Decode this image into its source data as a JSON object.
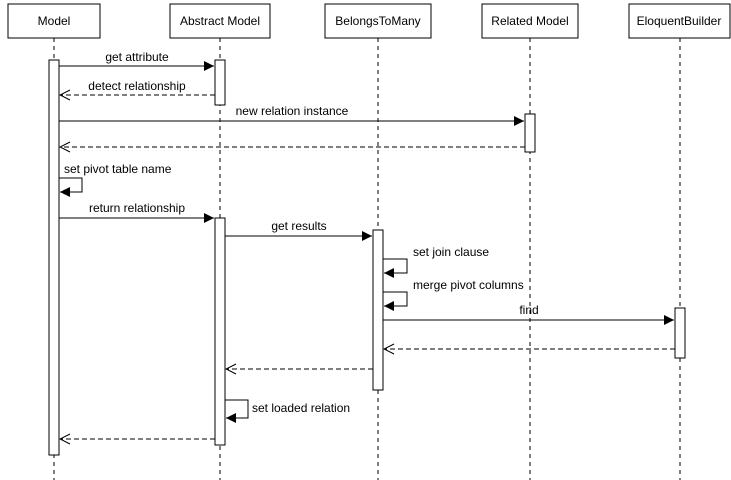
{
  "diagram": {
    "type": "uml-sequence",
    "participants": [
      {
        "name": "Model"
      },
      {
        "name": "Abstract Model"
      },
      {
        "name": "BelongsToMany"
      },
      {
        "name": "Related Model"
      },
      {
        "name": "EloquentBuilder"
      }
    ],
    "messages": [
      {
        "label": "get attribute",
        "from": "Model",
        "to": "Abstract Model",
        "kind": "call"
      },
      {
        "label": "detect relationship",
        "from": "Abstract Model",
        "to": "Model",
        "kind": "return"
      },
      {
        "label": "new relation instance",
        "from": "Model",
        "to": "Related Model",
        "kind": "call"
      },
      {
        "label": "",
        "from": "Related Model",
        "to": "Model",
        "kind": "return"
      },
      {
        "label": "set pivot table name",
        "from": "Model",
        "to": "Model",
        "kind": "self"
      },
      {
        "label": "return relationship",
        "from": "Model",
        "to": "Abstract Model",
        "kind": "call"
      },
      {
        "label": "get results",
        "from": "Abstract Model",
        "to": "BelongsToMany",
        "kind": "call"
      },
      {
        "label": "set join clause",
        "from": "BelongsToMany",
        "to": "BelongsToMany",
        "kind": "self"
      },
      {
        "label": "merge pivot columns",
        "from": "BelongsToMany",
        "to": "BelongsToMany",
        "kind": "self"
      },
      {
        "label": "find",
        "from": "BelongsToMany",
        "to": "EloquentBuilder",
        "kind": "call"
      },
      {
        "label": "",
        "from": "EloquentBuilder",
        "to": "BelongsToMany",
        "kind": "return"
      },
      {
        "label": "",
        "from": "BelongsToMany",
        "to": "Abstract Model",
        "kind": "return"
      },
      {
        "label": "set loaded relation",
        "from": "Abstract Model",
        "to": "Abstract Model",
        "kind": "self"
      },
      {
        "label": "",
        "from": "Abstract Model",
        "to": "Model",
        "kind": "return"
      }
    ],
    "colors": {
      "line": "#000000",
      "box_fill": "#ffffff",
      "background": "#ffffff"
    }
  }
}
